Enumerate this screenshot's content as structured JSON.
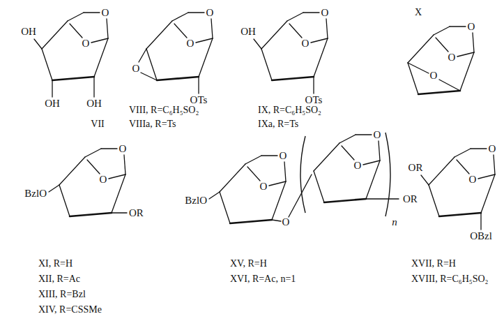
{
  "diagram": {
    "labels": [
      "O",
      "OH",
      "O",
      "OH",
      "OH",
      "VII",
      "O",
      "O",
      "O",
      "OTs",
      "VIII, R=C₆H₅SO₂",
      "VIIIa, R=Ts",
      "O",
      "OH",
      "O",
      "OTs",
      "IX, R=C₆H₅SO₂",
      "IXa, R=Ts",
      "O",
      "X",
      "O",
      "O",
      "O",
      "O",
      "BzlO",
      "OR",
      "XI, R=H",
      "XII, R=Ac",
      "XIII, R=Bzl",
      "XIV, R=CSSMe",
      "O",
      "O",
      "BzlO",
      "O",
      "O",
      "O",
      "n",
      "OR",
      "XV, R=H",
      "XVI, R=Ac, n=1",
      "O",
      "OR",
      "O",
      "OBzl",
      "XVII, R=H",
      "XVIII, R=C₆H₅SO₂"
    ]
  }
}
